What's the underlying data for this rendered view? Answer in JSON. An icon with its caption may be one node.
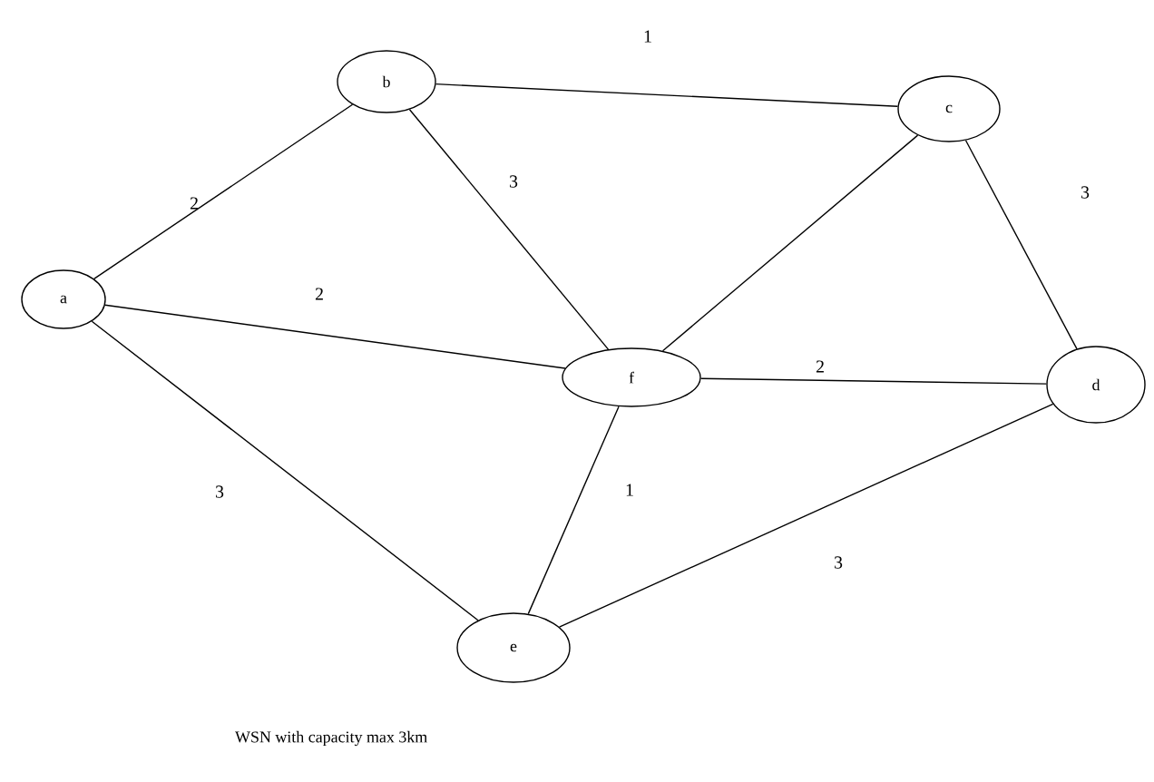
{
  "diagram": {
    "caption": "WSN with capacity max 3km",
    "nodes": [
      {
        "text": [
          "a"
        ]
      },
      {
        "text": [
          "b"
        ]
      },
      {
        "text": [
          "c"
        ]
      },
      {
        "text": [
          "d"
        ]
      },
      {
        "text": [
          "f"
        ]
      },
      {
        "text": [
          "e"
        ]
      }
    ],
    "edges": [
      {
        "from": 0,
        "to": 1,
        "arrow": "none",
        "label": "2"
      },
      {
        "from": 1,
        "to": 2,
        "arrow": "none",
        "label": "1"
      },
      {
        "from": 1,
        "to": 4,
        "arrow": "none",
        "label": "3"
      },
      {
        "from": 0,
        "to": 4,
        "arrow": "none",
        "label": "2"
      },
      {
        "from": 2,
        "to": 4,
        "arrow": "none"
      },
      {
        "from": 2,
        "to": 3,
        "arrow": "none",
        "label": "3"
      },
      {
        "from": 4,
        "to": 3,
        "arrow": "none",
        "label": "2"
      },
      {
        "from": 0,
        "to": 5,
        "arrow": "none",
        "label": "3"
      },
      {
        "from": 4,
        "to": 5,
        "arrow": "none",
        "label": "1"
      },
      {
        "from": 5,
        "to": 3,
        "arrow": "none",
        "label": "3"
      }
    ]
  }
}
